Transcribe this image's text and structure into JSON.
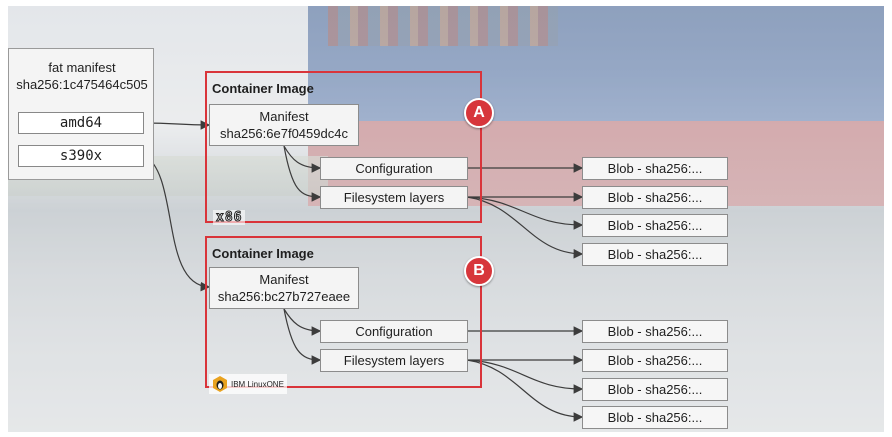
{
  "fat_manifest": {
    "title": "fat manifest",
    "digest": "sha256:1c475464c505",
    "entries": [
      "amd64",
      "s390x"
    ]
  },
  "images": [
    {
      "label": "Container Image",
      "badge": "A",
      "manifest_title": "Manifest",
      "manifest_digest": "sha256:6e7f0459dc4c",
      "config_label": "Configuration",
      "layers_label": "Filesystem layers",
      "platform_logo": "x86",
      "blobs": [
        "Blob - sha256:...",
        "Blob - sha256:...",
        "Blob - sha256:...",
        "Blob - sha256:..."
      ]
    },
    {
      "label": "Container Image",
      "badge": "B",
      "manifest_title": "Manifest",
      "manifest_digest": "sha256:bc27b727eaee",
      "config_label": "Configuration",
      "layers_label": "Filesystem layers",
      "platform_logo": "IBM LinuxONE",
      "blobs": [
        "Blob - sha256:...",
        "Blob - sha256:...",
        "Blob - sha256:...",
        "Blob - sha256:..."
      ]
    }
  ],
  "colors": {
    "frame": "#d9343a",
    "badge": "#d7363b",
    "arrow": "#3c3c3c"
  }
}
